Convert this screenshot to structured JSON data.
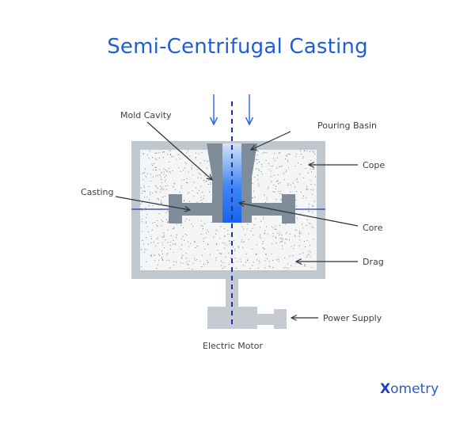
{
  "title": "Semi-Centrifugal Casting",
  "labels": {
    "mold_cavity": "Mold Cavity",
    "pouring_basin": "Pouring Basin",
    "cope": "Cope",
    "casting": "Casting",
    "core": "Core",
    "drag": "Drag",
    "power_supply": "Power Supply",
    "electric_motor": "Electric Motor"
  },
  "brand": {
    "logo_x": "X",
    "logo_rest": "ometry"
  },
  "colors": {
    "title": "#1f5fd6",
    "frame": "#bfc7cf",
    "sand": "#f4f5f6",
    "mold_metal": "#7f8c99",
    "core_top": "#c9dcf7",
    "core_bottom": "#1a66f0",
    "axis": "#1e2fa8",
    "motor": "#c5cbd1"
  }
}
